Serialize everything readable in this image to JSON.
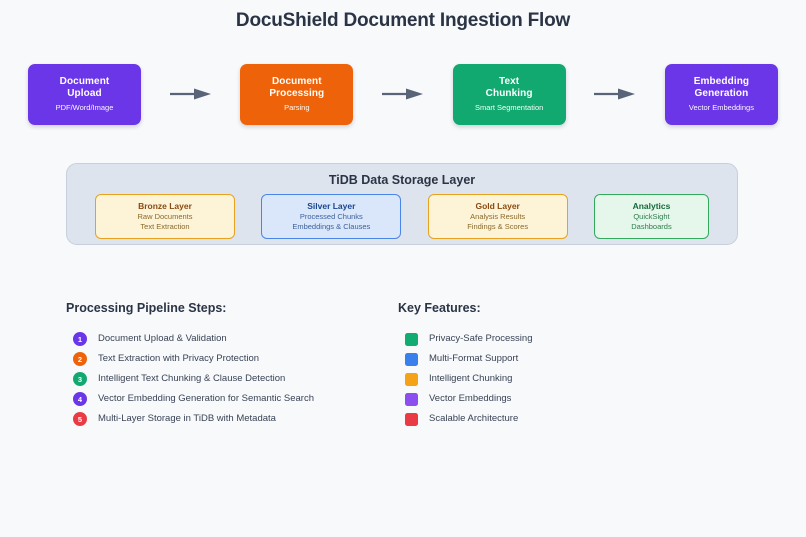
{
  "page": {
    "title": "DocuShield Document Ingestion Flow",
    "background_color": "#f7f9fb",
    "title_color": "#2b3445"
  },
  "flow": {
    "arrow_color": "#5a6478",
    "steps": [
      {
        "title_line1": "Document",
        "title_line2": "Upload",
        "subtitle": "PDF/Word/Image",
        "color": "#6b35e8"
      },
      {
        "title_line1": "Document",
        "title_line2": "Processing",
        "subtitle": "Parsing",
        "color": "#ee6309"
      },
      {
        "title_line1": "Text",
        "title_line2": "Chunking",
        "subtitle": "Smart Segmentation",
        "color": "#12a970"
      },
      {
        "title_line1": "Embedding",
        "title_line2": "Generation",
        "subtitle": "Vector Embeddings",
        "color": "#6b35e8"
      }
    ]
  },
  "storage": {
    "title": "TiDB Data Storage Layer",
    "panel_color": "#dee4ed",
    "panel_border_color": "#c6cfdb",
    "layers": [
      {
        "name": "Bronze Layer",
        "line1": "Raw Documents",
        "line2": "Text Extraction",
        "fill": "#fdf3d7",
        "border": "#e9a220",
        "title_color": "#8a4a10",
        "text_color": "#8a6a2a",
        "width": 140
      },
      {
        "name": "Silver Layer",
        "line1": "Processed Chunks",
        "line2": "Embeddings & Clauses",
        "fill": "#dae7fb",
        "border": "#4a86e8",
        "title_color": "#17458f",
        "text_color": "#3b5f9c",
        "width": 140
      },
      {
        "name": "Gold Layer",
        "line1": "Analysis Results",
        "line2": "Findings & Scores",
        "fill": "#fdf3d7",
        "border": "#e9a220",
        "title_color": "#8a4a10",
        "text_color": "#8a6a2a",
        "width": 140
      },
      {
        "name": "Analytics",
        "line1": "QuickSight",
        "line2": "Dashboards",
        "fill": "#e4f7ea",
        "border": "#33a95e",
        "title_color": "#13693a",
        "text_color": "#2f7d4e",
        "width": 115
      }
    ]
  },
  "pipeline": {
    "heading": "Processing Pipeline Steps:",
    "items": [
      {
        "number": "1",
        "label": "Document Upload & Validation",
        "color": "#6b35e8"
      },
      {
        "number": "2",
        "label": "Text Extraction with Privacy Protection",
        "color": "#ee6309"
      },
      {
        "number": "3",
        "label": "Intelligent Text Chunking & Clause Detection",
        "color": "#12a970"
      },
      {
        "number": "4",
        "label": "Vector Embedding Generation for Semantic Search",
        "color": "#6b35e8"
      },
      {
        "number": "5",
        "label": "Multi-Layer Storage in TiDB with Metadata",
        "color": "#ea3b45"
      }
    ]
  },
  "features": {
    "heading": "Key Features:",
    "items": [
      {
        "label": "Privacy-Safe Processing",
        "color": "#12ab71"
      },
      {
        "label": "Multi-Format Support",
        "color": "#3a80ec"
      },
      {
        "label": "Intelligent Chunking",
        "color": "#f5a316"
      },
      {
        "label": "Vector Embeddings",
        "color": "#8b4ff0"
      },
      {
        "label": "Scalable Architecture",
        "color": "#ea3b45"
      }
    ]
  }
}
